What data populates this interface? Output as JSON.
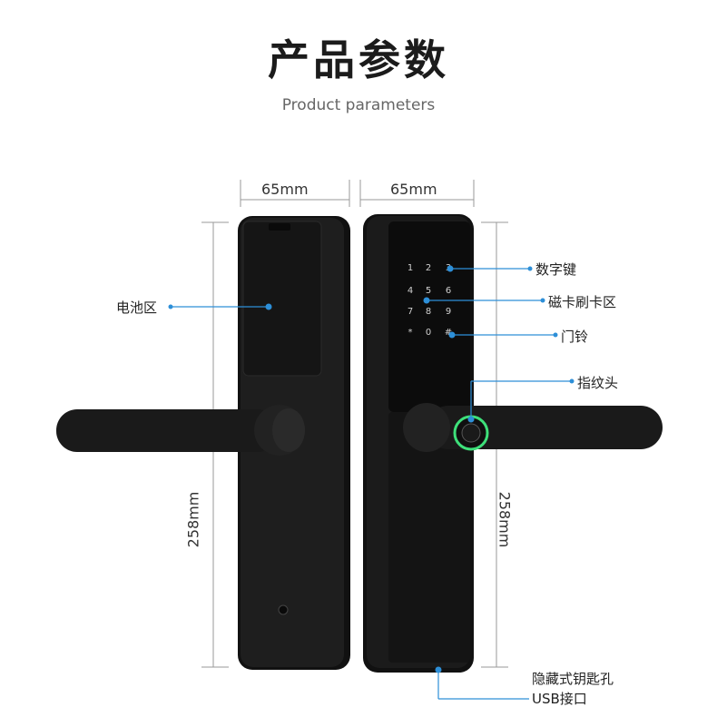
{
  "header": {
    "title": "产品参数",
    "subtitle": "Product parameters"
  },
  "dimensions": {
    "left_width": "65mm",
    "right_width": "65mm",
    "left_height": "258mm",
    "right_height": "258mm"
  },
  "keypad": {
    "keys": [
      "1",
      "2",
      "3",
      "4",
      "5",
      "6",
      "7",
      "8",
      "9",
      "*",
      "0",
      "#"
    ]
  },
  "callouts": {
    "battery": "电池区",
    "keypad": "数字键",
    "card": "磁卡刷卡区",
    "doorbell": "门铃",
    "fingerprint": "指纹头",
    "keyhole": "隐藏式钥匙孔",
    "usb": "USB接口"
  },
  "colors": {
    "callout_line": "#2d8fd8",
    "lock_body": "#1a1a1a",
    "fingerprint_ring": "#3ee07a"
  }
}
